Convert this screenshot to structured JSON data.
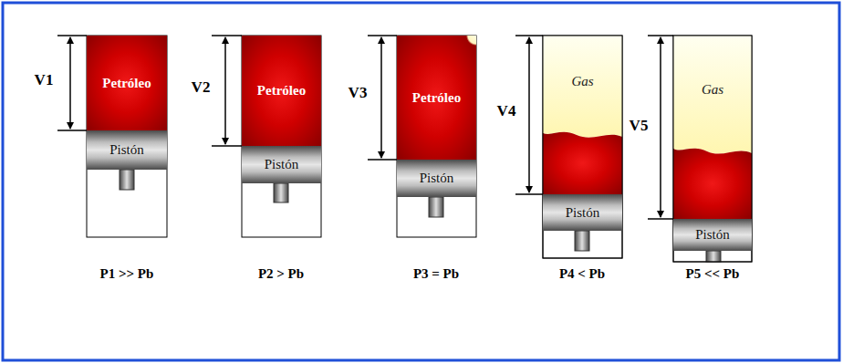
{
  "diagram": {
    "nodes": [
      {
        "text": [
          "Petróleo"
        ]
      },
      {
        "text": [
          "Pistón"
        ]
      },
      {
        "text": [
          "Petróleo"
        ]
      },
      {
        "text": [
          "Pistón"
        ]
      },
      {
        "text": [
          "Petróleo"
        ]
      },
      {
        "text": [
          "Pistón"
        ]
      },
      {
        "text": [
          "Gas"
        ]
      },
      {
        "text": [
          "Pistón"
        ]
      },
      {
        "text": [
          "Gas"
        ]
      },
      {
        "text": [
          "Pistón"
        ]
      }
    ],
    "labels": [
      "V1",
      "V2",
      "V3",
      "V4",
      "V5",
      "P1 >> Pb",
      "P2 > Pb",
      "P3 = Pb",
      "P4 < Pb",
      "P5 << Pb"
    ]
  }
}
